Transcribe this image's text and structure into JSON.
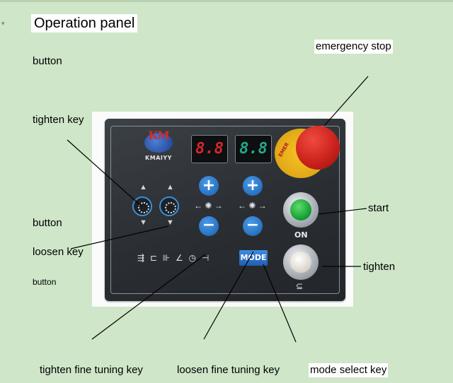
{
  "labels": {
    "title": "Operation panel",
    "button_1": "button",
    "tighten_key": "tighten key",
    "button_2": "button",
    "loosen_key": "loosen key",
    "button_3": "button",
    "emergency_stop": "emergency stop",
    "start": "start",
    "tighten": "tighten",
    "tighten_fine_tuning_key": "tighten fine tuning key",
    "loosen_fine_tuning_key": "loosen fine tuning key",
    "mode_select_key": "mode select key"
  },
  "panel": {
    "logo_mark": "KM",
    "brand": "KMAIYY",
    "display_red": "8.8",
    "display_green": "8.8",
    "plus": "+",
    "minus": "−",
    "mode_button": "MODE",
    "on_label": "ON",
    "estop_ring_text": "EMER",
    "fine_icons": "⇶ ⊏ ⊪ ∠ ◷ ⊣",
    "colors": {
      "background": "#cfe6c9",
      "panel": "#2f3338",
      "accent_blue": "#2f80d8",
      "display_red": "#d8262a",
      "display_green": "#25a78a",
      "estop_red": "#d2231c",
      "estop_yellow": "#f2b91e",
      "start_green": "#16a83a"
    }
  }
}
